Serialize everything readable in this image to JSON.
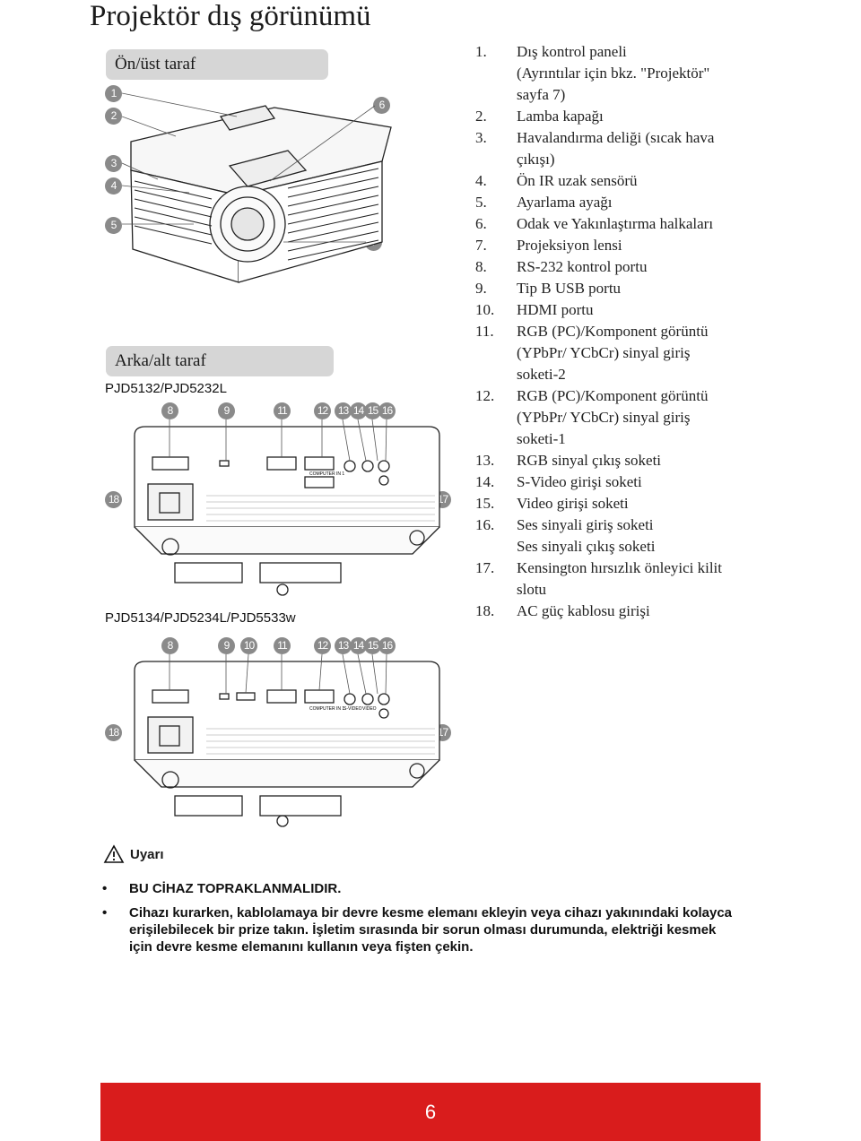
{
  "page_title": "Projektör dış görünümü",
  "front_section": {
    "label": "Ön/üst taraf",
    "callouts": [
      "1",
      "2",
      "3",
      "4",
      "5",
      "6",
      "7"
    ]
  },
  "rear_section": {
    "label": "Arka/alt taraf",
    "model_a": "PJD5132/PJD5232L",
    "model_a_callouts": [
      "8",
      "9",
      "11",
      "12",
      "13",
      "14",
      "15",
      "16",
      "17",
      "18"
    ],
    "model_b": "PJD5134/PJD5234L/PJD5533w",
    "model_b_callouts": [
      "8",
      "9",
      "10",
      "11",
      "12",
      "13",
      "14",
      "15",
      "16",
      "17",
      "18"
    ],
    "port_labels": {
      "computer_in": "COMPUTER IN 1",
      "svideo": "S-VIDEO",
      "video": "VIDEO"
    }
  },
  "parts": [
    {
      "num": "1.",
      "lines": [
        "Dış kontrol paneli",
        "(Ayrıntılar için bkz. \"Projektör\"",
        "sayfa 7)"
      ]
    },
    {
      "num": "2.",
      "lines": [
        "Lamba kapağı"
      ]
    },
    {
      "num": "3.",
      "lines": [
        "Havalandırma deliği (sıcak hava",
        "çıkışı)"
      ]
    },
    {
      "num": "4.",
      "lines": [
        "Ön IR uzak sensörü"
      ]
    },
    {
      "num": "5.",
      "lines": [
        "Ayarlama ayağı"
      ]
    },
    {
      "num": "6.",
      "lines": [
        "Odak ve Yakınlaştırma halkaları"
      ]
    },
    {
      "num": "7.",
      "lines": [
        "Projeksiyon lensi"
      ]
    },
    {
      "num": "8.",
      "lines": [
        "RS-232 kontrol portu"
      ]
    },
    {
      "num": "9.",
      "lines": [
        "Tip B USB portu"
      ]
    },
    {
      "num": "10.",
      "lines": [
        "HDMI portu"
      ]
    },
    {
      "num": "11.",
      "lines": [
        "RGB (PC)/Komponent görüntü",
        "(YPbPr/ YCbCr) sinyal giriş",
        "soketi-2"
      ]
    },
    {
      "num": "12.",
      "lines": [
        "RGB (PC)/Komponent görüntü",
        "(YPbPr/ YCbCr) sinyal giriş",
        "soketi-1"
      ]
    },
    {
      "num": "13.",
      "lines": [
        "RGB sinyal çıkış soketi"
      ]
    },
    {
      "num": "14.",
      "lines": [
        "S-Video girişi soketi"
      ]
    },
    {
      "num": "15.",
      "lines": [
        "Video girişi soketi"
      ]
    },
    {
      "num": "16.",
      "lines": [
        "Ses sinyali giriş soketi",
        "Ses sinyali çıkış soketi"
      ]
    },
    {
      "num": "17.",
      "lines": [
        "Kensington hırsızlık önleyici kilit",
        "slotu"
      ]
    },
    {
      "num": "18.",
      "lines": [
        "AC güç kablosu girişi"
      ]
    }
  ],
  "warning": {
    "label": "Uyarı",
    "items": [
      {
        "lines": [
          "BU CİHAZ TOPRAKLANMALIDIR."
        ]
      },
      {
        "lines": [
          "Cihazı kurarken, kablolamaya bir devre kesme elemanı ekleyin veya cihazı yakınındaki kolayca",
          "erişilebilecek bir prize takın. İşletim sırasında bir sorun olması durumunda, elektriği kesmek",
          "için devre kesme elemanını kullanın veya fişten çekin."
        ]
      }
    ]
  },
  "page_number": "6",
  "colors": {
    "footer": "#d91c1c",
    "section_bar": "#d6d6d6",
    "callout": "#8a8a8a"
  }
}
